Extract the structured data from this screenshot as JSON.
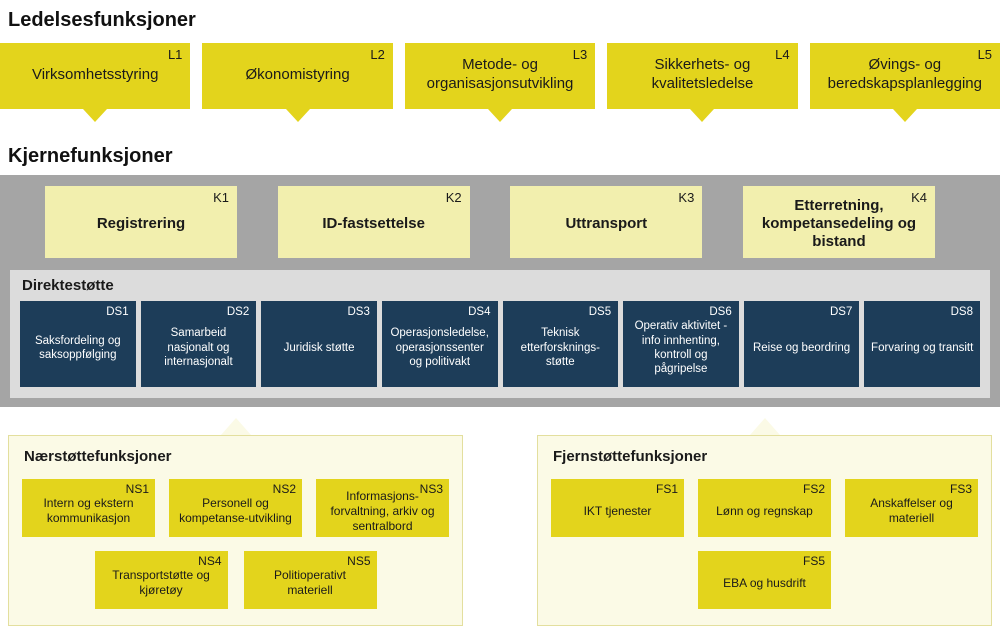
{
  "colors": {
    "yellow": "#e3d41c",
    "cream": "#f2efae",
    "panel_bg": "#fbfae6",
    "gray_band": "#a5a5a5",
    "gray_inner": "#dcdcdc",
    "navy": "#1d3d59",
    "navy_text": "#ffffff"
  },
  "ledelse": {
    "title": "Ledelsesfunksjoner",
    "items": [
      {
        "code": "L1",
        "label": "Virksomhetsstyring"
      },
      {
        "code": "L2",
        "label": "Økonomistyring"
      },
      {
        "code": "L3",
        "label": "Metode- og organisasjonsutvikling"
      },
      {
        "code": "L4",
        "label": "Sikkerhets- og kvalitetsledelse"
      },
      {
        "code": "L5",
        "label": "Øvings- og beredskapsplanlegging"
      }
    ]
  },
  "kjerne": {
    "title": "Kjernefunksjoner",
    "items": [
      {
        "code": "K1",
        "label": "Registrering"
      },
      {
        "code": "K2",
        "label": "ID-fastsettelse"
      },
      {
        "code": "K3",
        "label": "Uttransport"
      },
      {
        "code": "K4",
        "label": "Etterretning, kompetansedeling og bistand"
      }
    ]
  },
  "direkte": {
    "title": "Direktestøtte",
    "items": [
      {
        "code": "DS1",
        "label": "Saksfordeling og saksoppfølging"
      },
      {
        "code": "DS2",
        "label": "Samarbeid nasjonalt og internasjonalt"
      },
      {
        "code": "DS3",
        "label": "Juridisk støtte"
      },
      {
        "code": "DS4",
        "label": "Operasjonsledelse, operasjonssenter og politivakt"
      },
      {
        "code": "DS5",
        "label": "Teknisk etterforsknings-støtte"
      },
      {
        "code": "DS6",
        "label": "Operativ aktivitet -info innhenting, kontroll og pågripelse"
      },
      {
        "code": "DS7",
        "label": "Reise og beordring"
      },
      {
        "code": "DS8",
        "label": "Forvaring og transitt"
      }
    ]
  },
  "naer": {
    "title": "Nærstøttefunksjoner",
    "row1": [
      {
        "code": "NS1",
        "label": "Intern og ekstern kommunikasjon"
      },
      {
        "code": "NS2",
        "label": "Personell og kompetanse-utvikling"
      },
      {
        "code": "NS3",
        "label": "Informasjons-forvaltning, arkiv og sentralbord"
      }
    ],
    "row2": [
      {
        "code": "NS4",
        "label": "Transportstøtte og kjøretøy"
      },
      {
        "code": "NS5",
        "label": "Politioperativt materiell"
      }
    ]
  },
  "fjern": {
    "title": "Fjernstøttefunksjoner",
    "row1": [
      {
        "code": "FS1",
        "label": "IKT tjenester"
      },
      {
        "code": "FS2",
        "label": "Lønn og regnskap"
      },
      {
        "code": "FS3",
        "label": "Anskaffelser og materiell"
      }
    ],
    "row2": [
      {
        "code": "FS5",
        "label": "EBA og husdrift"
      }
    ]
  }
}
